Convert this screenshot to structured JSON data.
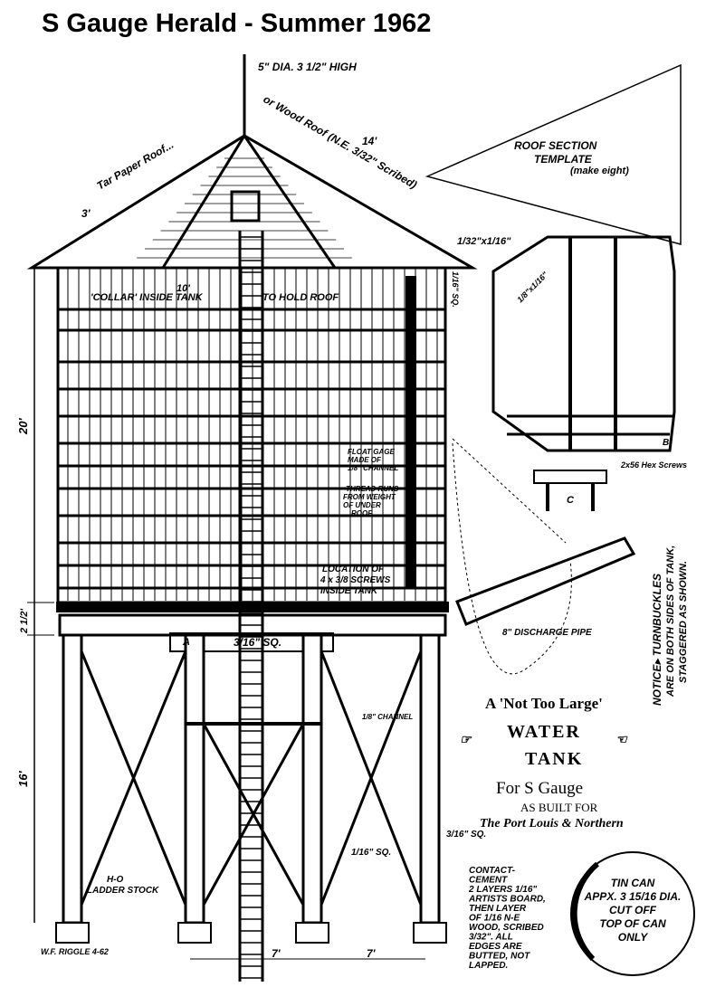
{
  "title": "S Gauge Herald - Summer 1962",
  "labels": {
    "finial": "5\" DIA. 3 1/2\" HIGH",
    "tar_paper": "Tar Paper Roof...",
    "wood_roof": "or Wood Roof (N.E. 3/32\" Scribed)",
    "roof_len": "14'",
    "eave": "3'",
    "trim": "1/32\"x1/16\"",
    "template_1": "ROOF SECTION",
    "template_2": "TEMPLATE",
    "template_3": "(make eight)",
    "collar_1": "'COLLAR' INSIDE TANK",
    "collar_dim": "10'",
    "collar_2": "TO HOLD ROOF",
    "height_20": "20'",
    "height_2": "2 1/2'",
    "height_16": "16'",
    "float_1": "FLOAT GAGE",
    "float_2": "MADE OF",
    "float_3": "1/8\" CHANNEL",
    "thread_1": "THREAD RUNS",
    "thread_2": "FROM WEIGHT",
    "thread_3": "OF UNDER",
    "thread_4": "ROOF.",
    "loc_1": "LOCATION OF",
    "loc_2": "4 x 3/8 SCREWS",
    "loc_3": "INSIDE TANK",
    "strip": "1/8 x 1/16",
    "beam": "3/16\" SQ.",
    "marker_a": "A",
    "marker_b": "B",
    "marker_c": "C",
    "channel": "1/8\" CHANNEL",
    "rod": "1/16\" SQ.",
    "post": "3/16\" SQ.",
    "ladder_1": "H-O",
    "ladder_2": "LADDER STOCK",
    "signature": "W.F. RIGGLE 4-62",
    "width_1": "7'",
    "width_2": "7'",
    "section_1": "1/16\" SQ.",
    "section_2": "1/8\"x1/16\"",
    "hex": "2x56 Hex Screws",
    "discharge": "8\" DISCHARGE PIPE",
    "notice_1": "NOTICE▸ TURNBUCKLES",
    "notice_2": "ARE ON BOTH SIDES OF TANK,",
    "notice_3": "STAGGERED AS SHOWN.",
    "headline_1": "A 'Not Too Large'",
    "headline_2": "WATER",
    "headline_3": "TANK",
    "headline_4": "For S Gauge",
    "headline_5": "AS BUILT FOR",
    "headline_6": "The Port Louis & Northern",
    "contact": [
      "CONTACT-",
      "CEMENT",
      "2 LAYERS 1/16\"",
      "ARTISTS BOARD,",
      "THEN LAYER",
      "OF 1/16 N-E",
      "WOOD, SCRIBED",
      "3/32\". ALL",
      "EDGES ARE",
      "BUTTED, NOT",
      "LAPPED."
    ],
    "can": [
      "TIN CAN",
      "APPX. 3 15/16 DIA.",
      "CUT OFF",
      "TOP OF CAN",
      "ONLY"
    ]
  }
}
